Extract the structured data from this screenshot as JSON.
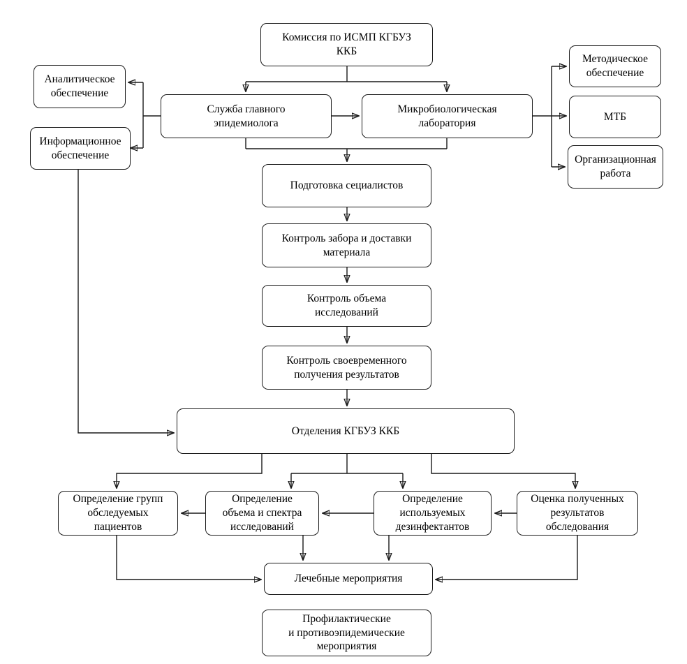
{
  "diagram": {
    "background_color": "#ffffff",
    "line_color": "#1a1a1a",
    "box_fill": "#ffffff",
    "box_border_color": "#1a1a1a",
    "nodes": {
      "komissiya": {
        "label": "Комиссия по ИСМП КГБУЗ\nККБ"
      },
      "analiticheskoe": {
        "label": "Аналитическое\nобеспечение"
      },
      "informacionnoe": {
        "label": "Информационное\nобеспечение"
      },
      "sluzhba": {
        "label": "Служба главного\nэпидемиолога"
      },
      "mikrobiolog": {
        "label": "Микробиологическая\nлаборатория"
      },
      "metodicheskoe": {
        "label": "Методическое\nобеспечение"
      },
      "mtb": {
        "label": "МТБ"
      },
      "organizacionnaya": {
        "label": "Организационная\nработа"
      },
      "podgotovka": {
        "label": "Подготовка сециалистов"
      },
      "kontrol_zabora": {
        "label": "Контроль забора и доставки\nматериала"
      },
      "kontrol_obema": {
        "label": "Контроль объема\nисследований"
      },
      "kontrol_svoevr": {
        "label": "Контроль своевременного\nполучения результатов"
      },
      "otdeleniya": {
        "label": "Отделения КГБУЗ ККБ"
      },
      "opred_grupp": {
        "label": "Определение групп\nобследуемых\nпациентов"
      },
      "opred_obema": {
        "label": "Определение\nобъема и спектра\nисследований"
      },
      "opred_dezinf": {
        "label": "Определение\nиспользуемых\nдезинфектантов"
      },
      "ocenka": {
        "label": "Оценка полученных\nрезультатов\nобследования"
      },
      "lechebnye": {
        "label": "Лечебные мероприятия"
      },
      "profilakticheskie": {
        "label": "Профилактические\nи противоэпидемические\nмероприятия"
      }
    }
  }
}
